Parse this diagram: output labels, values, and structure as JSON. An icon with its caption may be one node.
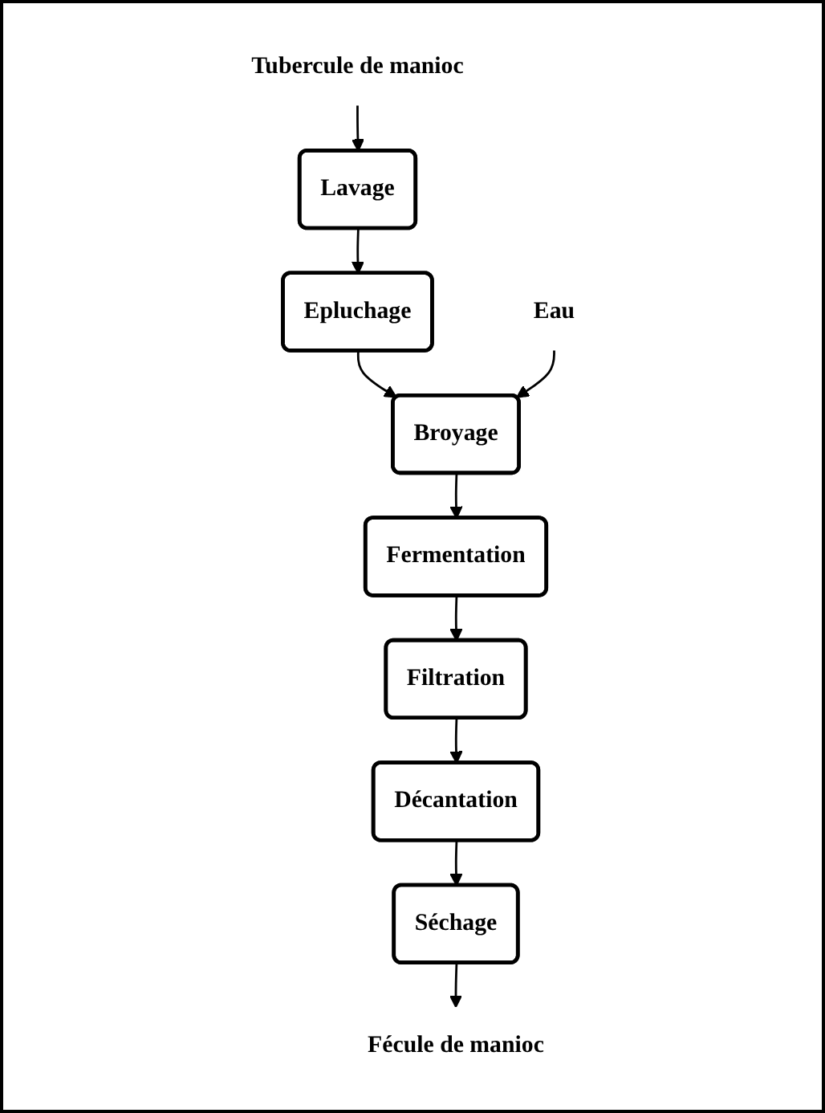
{
  "diagram": {
    "nodes": [
      {
        "text": [
          "Tubercule de manioc"
        ]
      },
      {
        "text": [
          "Lavage"
        ]
      },
      {
        "text": [
          "Epluchage"
        ]
      },
      {
        "text": [
          "Eau"
        ]
      },
      {
        "text": [
          "Broyage"
        ]
      },
      {
        "text": [
          "Fermentation"
        ]
      },
      {
        "text": [
          "Filtration"
        ]
      },
      {
        "text": [
          "Décantation"
        ]
      },
      {
        "text": [
          "Séchage"
        ]
      },
      {
        "text": [
          "Fécule de manioc"
        ]
      }
    ],
    "edges": [
      {
        "from": 0,
        "to": 1,
        "arrow": "to"
      },
      {
        "from": 1,
        "to": 2,
        "arrow": "to"
      },
      {
        "from": 2,
        "to": 4,
        "arrow": "to"
      },
      {
        "from": 3,
        "to": 4,
        "arrow": "to"
      },
      {
        "from": 4,
        "to": 5,
        "arrow": "to"
      },
      {
        "from": 5,
        "to": 6,
        "arrow": "to"
      },
      {
        "from": 6,
        "to": 7,
        "arrow": "to"
      },
      {
        "from": 7,
        "to": 8,
        "arrow": "to"
      },
      {
        "from": 8,
        "to": 9,
        "arrow": "to"
      }
    ]
  }
}
